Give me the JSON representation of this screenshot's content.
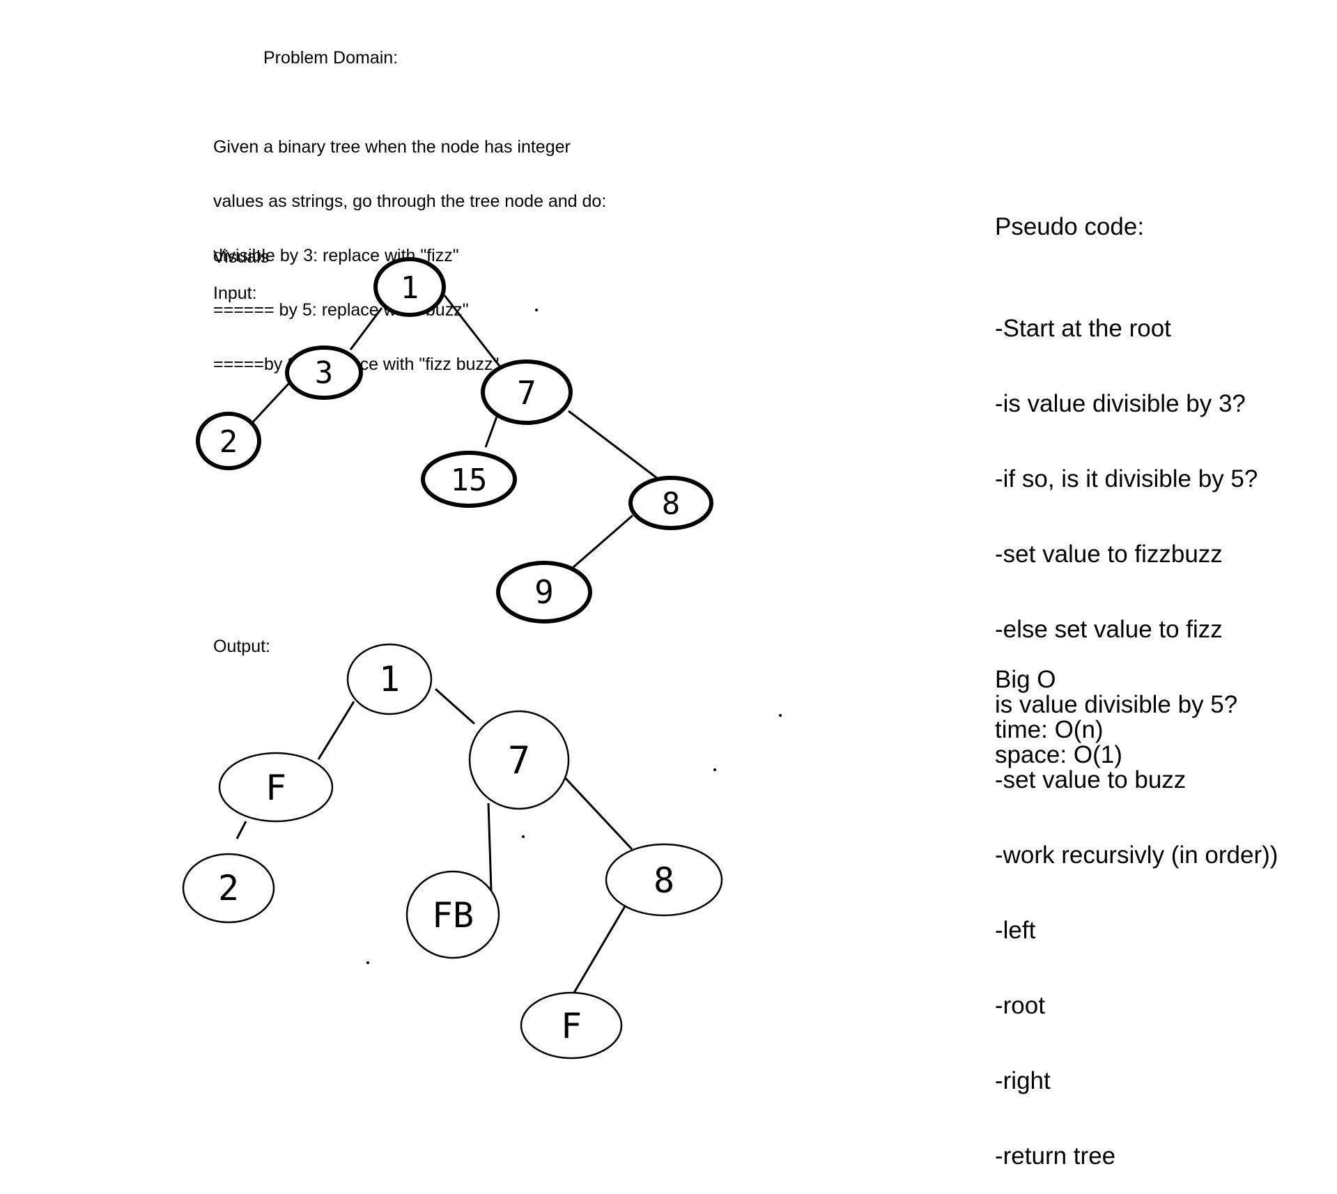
{
  "problem": {
    "title": "Problem Domain:",
    "lines": [
      "Given a binary tree when the node has integer",
      "values as strings, go through the tree node and do:",
      "divisible by 3: replace with \"fizz\"",
      "====== by 5: replace with \"buzz\"",
      "=====by 3,5: replace with \"fizz buzz\""
    ]
  },
  "visuals": {
    "title": "Visuals",
    "input_label": "Input:",
    "output_label": "Output:"
  },
  "input_tree": {
    "nodes": [
      {
        "id": "n1",
        "label": "1"
      },
      {
        "id": "n3",
        "label": "3"
      },
      {
        "id": "n2",
        "label": "2"
      },
      {
        "id": "n7",
        "label": "7"
      },
      {
        "id": "n15",
        "label": "15"
      },
      {
        "id": "n8",
        "label": "8"
      },
      {
        "id": "n9",
        "label": "9"
      }
    ]
  },
  "output_tree": {
    "nodes": [
      {
        "id": "o1",
        "label": "1"
      },
      {
        "id": "oF",
        "label": "F"
      },
      {
        "id": "o2",
        "label": "2"
      },
      {
        "id": "o7",
        "label": "7"
      },
      {
        "id": "oFB",
        "label": "FB"
      },
      {
        "id": "o8",
        "label": "8"
      },
      {
        "id": "oF2",
        "label": "F"
      }
    ]
  },
  "pseudo": {
    "title": "Pseudo code:",
    "steps": [
      "-Start at the root",
      "-is value divisible by 3?",
      "-if so, is it divisible by 5?",
      "-set value to fizzbuzz",
      "-else set value to fizz",
      "is value divisible by 5?",
      "-set value to buzz",
      "-work recursivly (in order))",
      "-left",
      "-root",
      "-right",
      "-return tree"
    ]
  },
  "big_o": {
    "title": "Big O",
    "time": "time: O(n)",
    "space": "space: O(1)"
  }
}
